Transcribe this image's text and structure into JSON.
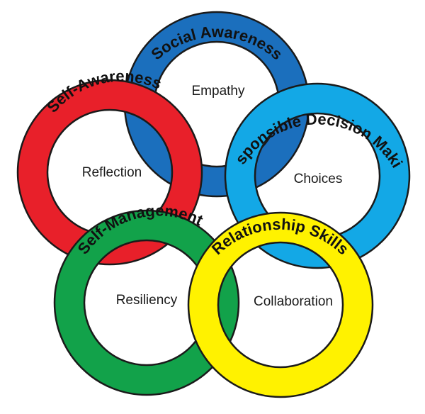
{
  "rings": [
    {
      "id": "social-awareness",
      "title": "Social Awareness",
      "word": "Empathy",
      "color": "#1b6fbd"
    },
    {
      "id": "self-awareness",
      "title": "Self-Awareness",
      "word": "Reflection",
      "color": "#e8202a"
    },
    {
      "id": "responsible-decision-making",
      "title": "Responsible Decision Making",
      "word": "Choices",
      "color": "#13a8e6"
    },
    {
      "id": "self-management",
      "title": "Self-Management",
      "word": "Resiliency",
      "color": "#12a24a"
    },
    {
      "id": "relationship-skills",
      "title": "Relationship Skills",
      "word": "Collaboration",
      "color": "#fff200"
    }
  ],
  "outline_color": "#1a1a1a"
}
